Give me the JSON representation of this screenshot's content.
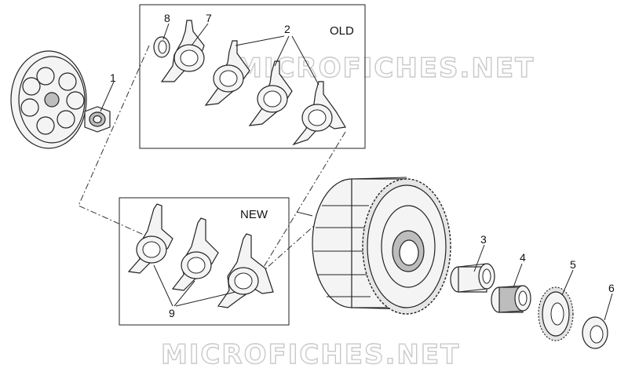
{
  "boxes": {
    "old_label": "OLD",
    "new_label": "NEW"
  },
  "callouts": {
    "c1": "1",
    "c2": "2",
    "c3": "3",
    "c4": "4",
    "c5": "5",
    "c6": "6",
    "c7": "7",
    "c8": "8",
    "c9": "9"
  },
  "watermark": {
    "text": "MICROFICHES.NET"
  },
  "colors": {
    "line": "#222222",
    "watermark": "#c9c9c9",
    "background": "#ffffff"
  }
}
